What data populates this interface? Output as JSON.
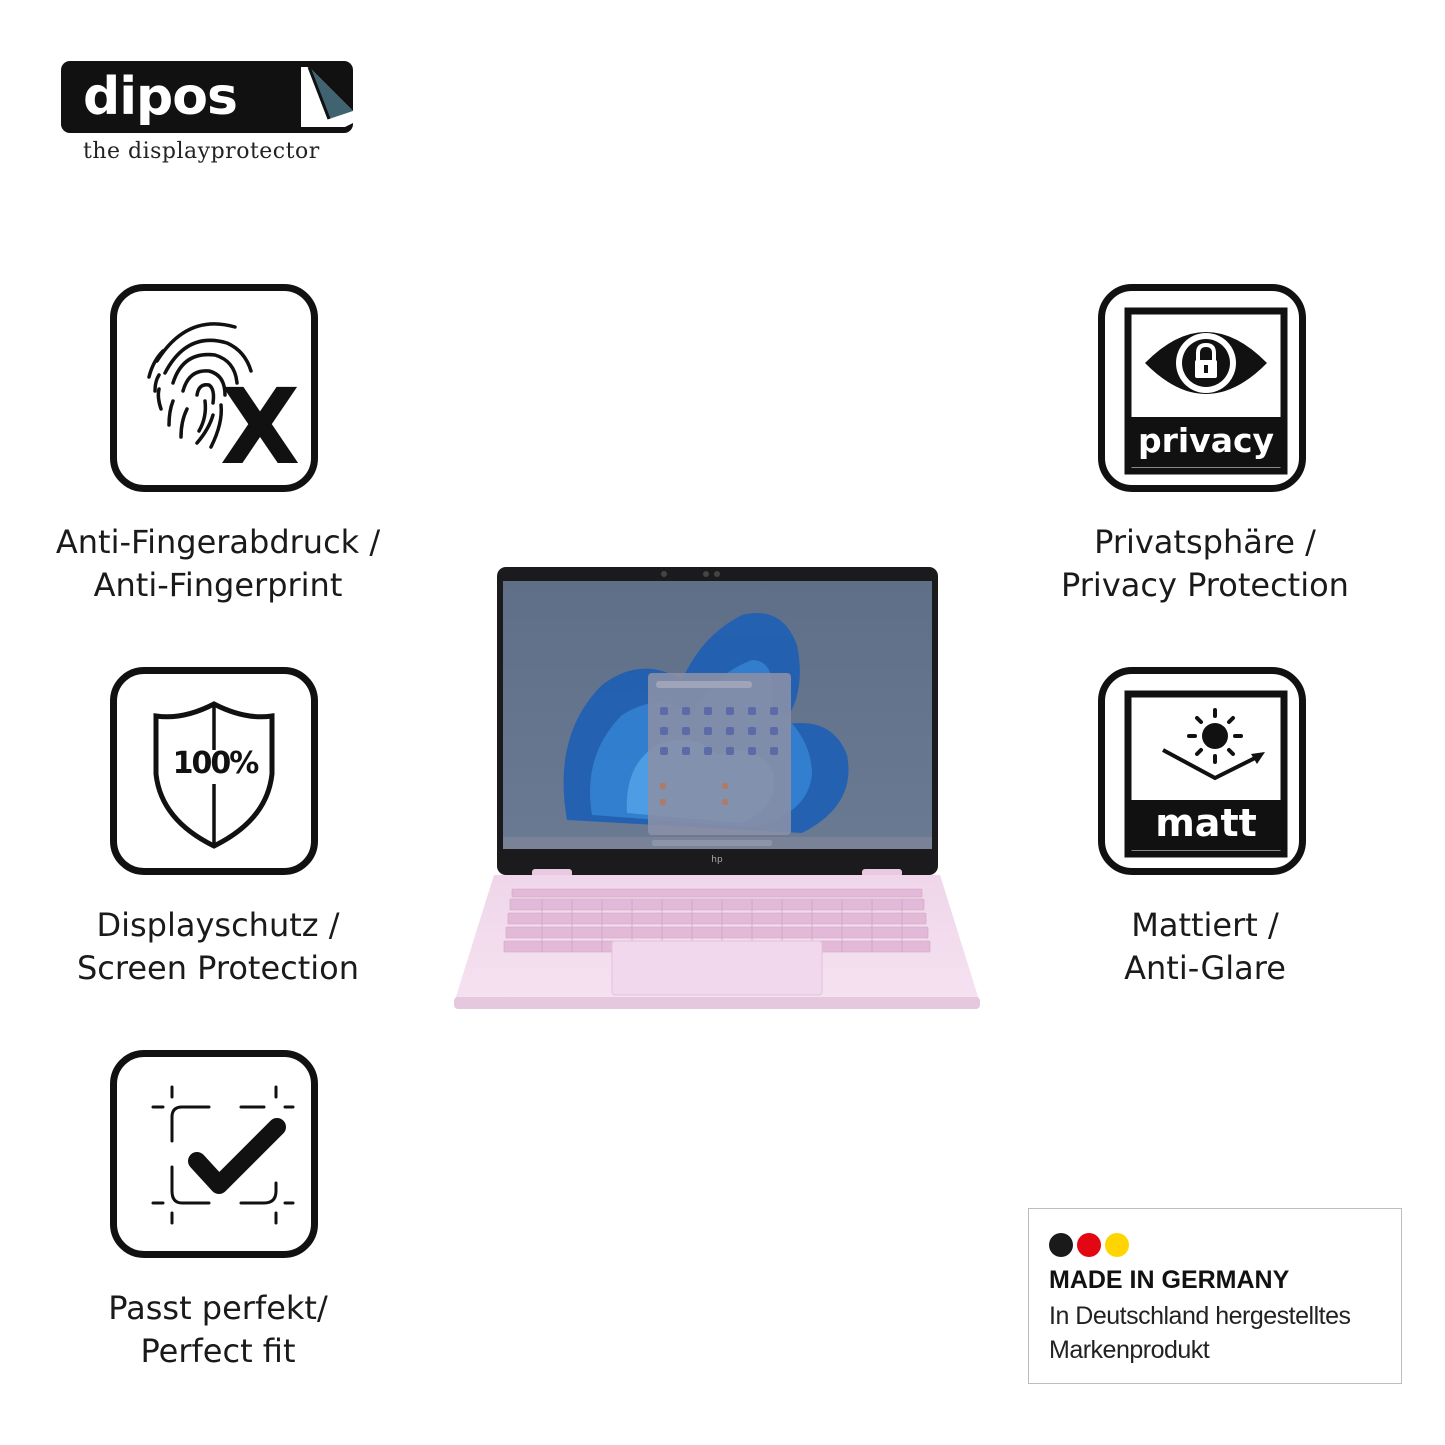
{
  "brand": {
    "name": "dipos",
    "tagline": "the displayprotector"
  },
  "features": [
    {
      "icon": "fingerprint-x-icon",
      "line1": "Anti-Fingerabdruck /",
      "line2": "Anti-Fingerprint"
    },
    {
      "icon": "privacy-eye-lock-icon",
      "label": "privacy",
      "line1": "Privatsphäre /",
      "line2": "Privacy Protection"
    },
    {
      "icon": "shield-100-icon",
      "label": "100%",
      "line1": "Displayschutz /",
      "line2": "Screen Protection"
    },
    {
      "icon": "matt-sun-icon",
      "label": "matt",
      "line1": "Mattiert /",
      "line2": "Anti-Glare"
    },
    {
      "icon": "perfect-fit-check-icon",
      "line1": "Passt perfekt/",
      "line2": "Perfect fit"
    }
  ],
  "product_image": {
    "subject": "laptop-with-screen-protector",
    "body_color": "#f1d8ec"
  },
  "made_in_germany": {
    "title": "MADE IN GERMANY",
    "line1": "In Deutschland hergestelltes",
    "line2": "Markenprodukt",
    "flag_colors": [
      "#1a1a1a",
      "#e30613",
      "#ffd500"
    ]
  },
  "colors": {
    "icon_stroke": "#111111",
    "logo_bg": "#111111",
    "logo_accent": "#3f6370"
  }
}
